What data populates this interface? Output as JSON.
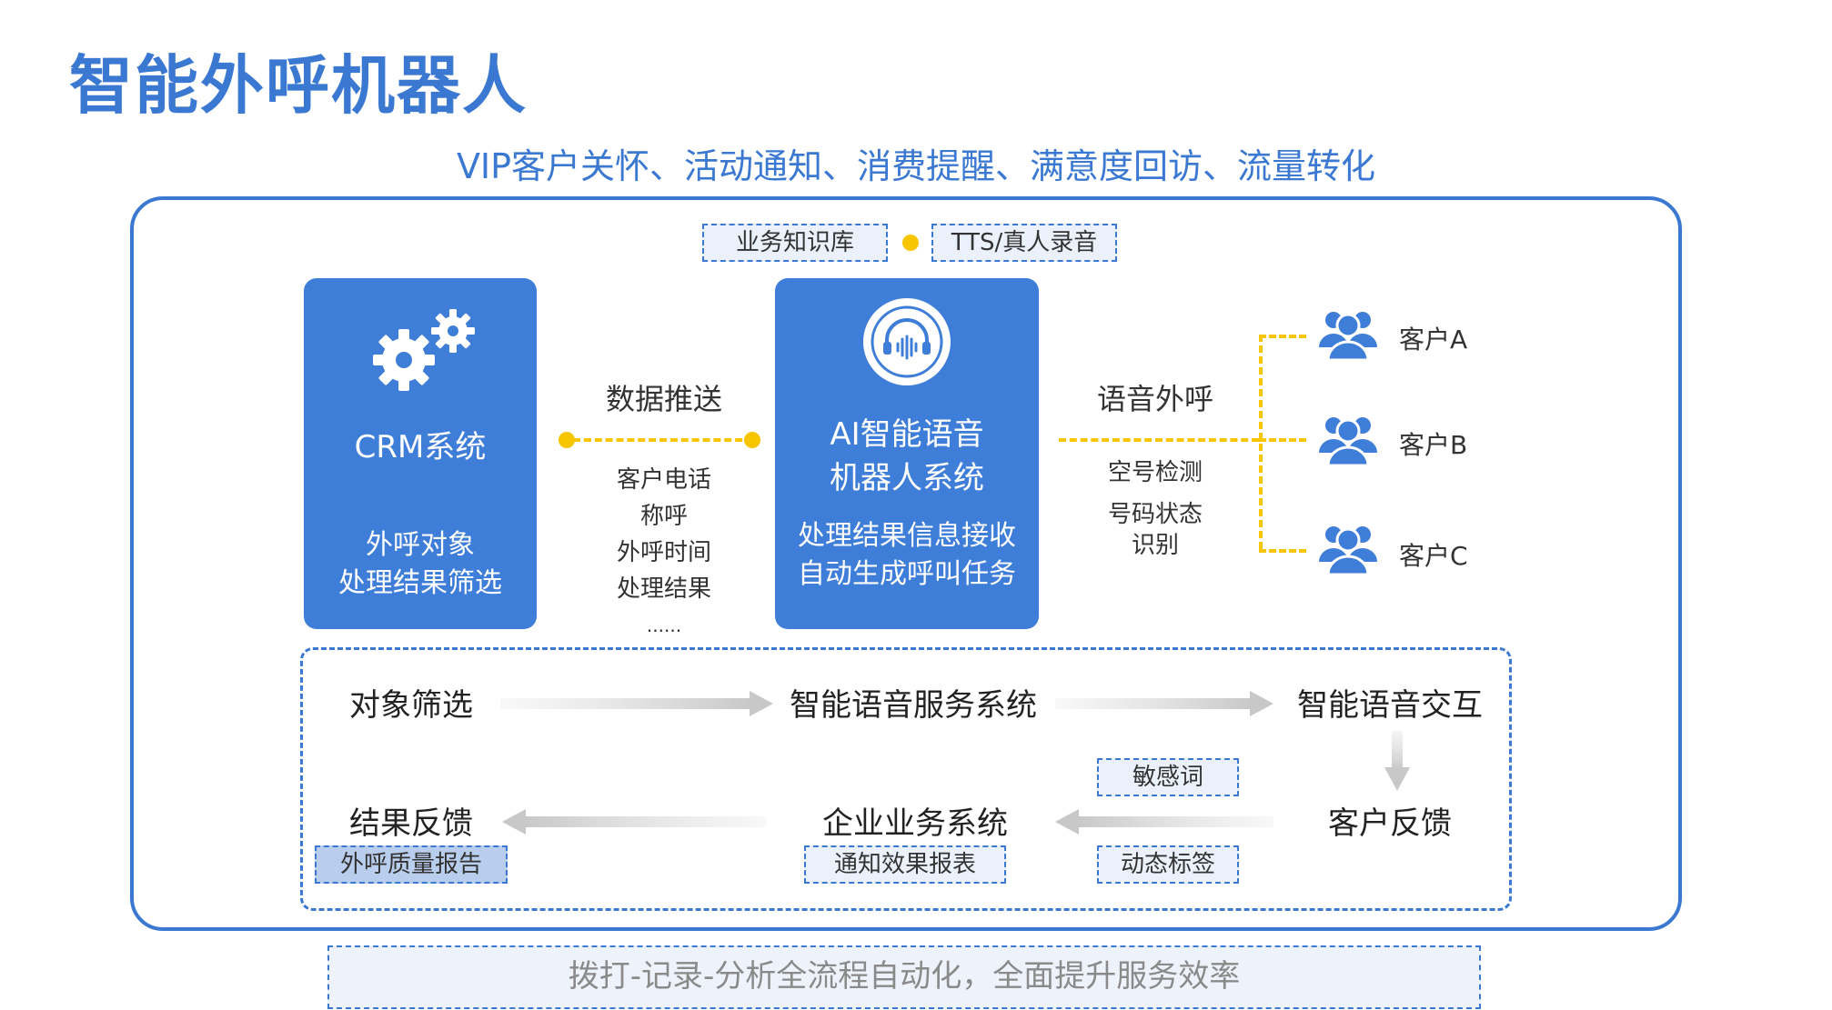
{
  "title": "智能外呼机器人",
  "subtitle": "VIP客户关怀、活动通知、消费提醒、满意度回访、流量转化",
  "top_tags": {
    "left": "业务知识库",
    "right": "TTS/真人录音"
  },
  "crm": {
    "title": "CRM系统",
    "line1": "外呼对象",
    "line2": "处理结果筛选",
    "icon": "gears-icon"
  },
  "data_push": {
    "label": "数据推送",
    "items": [
      "客户电话",
      "称呼",
      "外呼时间",
      "处理结果",
      "......"
    ]
  },
  "ai_robot": {
    "title_line1": "AI智能语音",
    "title_line2": "机器人系统",
    "desc_line1": "处理结果信息接收",
    "desc_line2": "自动生成呼叫任务",
    "icon": "headset-voice-icon"
  },
  "voice_call": {
    "label": "语音外呼",
    "items": [
      "空号检测",
      "号码状态",
      "识别"
    ]
  },
  "customers": [
    "客户A",
    "客户B",
    "客户C"
  ],
  "flow": {
    "object_filter": "对象筛选",
    "voice_service": "智能语音服务系统",
    "voice_interaction": "智能语音交互",
    "customer_feedback": "客户反馈",
    "enterprise_system": "企业业务系统",
    "result_feedback": "结果反馈",
    "tags": {
      "sensitive_words": "敏感词",
      "dynamic_labels": "动态标签",
      "notify_report": "通知效果报表",
      "quality_report": "外呼质量报告"
    }
  },
  "bottom_banner": "拨打-记录-分析全流程自动化，全面提升服务效率",
  "colors": {
    "accent": "#3a78d2",
    "box": "#3f7ed8",
    "yellow": "#f7c600",
    "tag_fill": "#eaf1fb"
  }
}
